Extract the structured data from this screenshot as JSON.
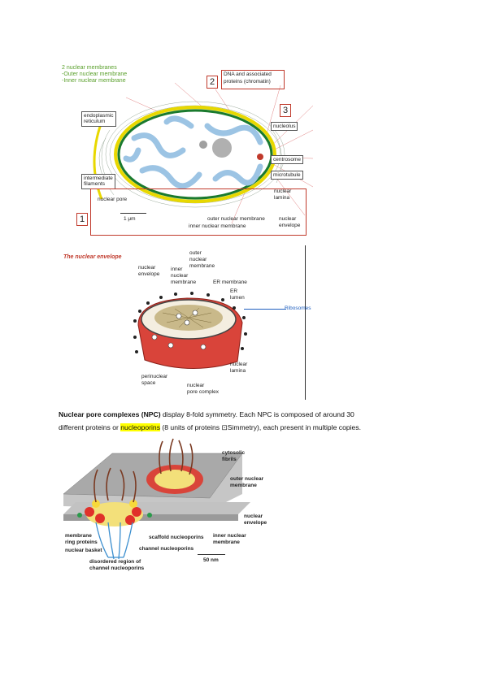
{
  "fig1": {
    "membranes_title": "2 nuclear membranes",
    "outer_item": "-Outer nuclear membrane",
    "inner_item": "-Inner nuclear membrane",
    "box2_number": "2",
    "box2_label_line1": "DNA and associated",
    "box2_label_line2": "proteins (chromatin)",
    "box3_number": "3",
    "nucleolus": "nucleolus",
    "centrosome": "centrosome",
    "microtubule": "microtubule",
    "er_line1": "endoplasmic",
    "er_line2": "reticulum",
    "if_line1": "intermediate",
    "if_line2": "filaments",
    "nuclear_pore": "nuclear pore",
    "lamina_line1": "nuclear",
    "lamina_line2": "lamina",
    "box1_number": "1",
    "scale": "1 μm",
    "outer_membrane": "outer nuclear membrane",
    "inner_membrane": "inner nuclear membrane",
    "envelope_line1": "nuclear",
    "envelope_line2": "envelope"
  },
  "fig2": {
    "title": "The nuclear envelope",
    "outer_line1": "outer",
    "outer_line2": "nuclear",
    "outer_line3": "membrane",
    "env_line1": "nuclear",
    "env_line2": "envelope",
    "inner_line1": "inner",
    "inner_line2": "nuclear",
    "inner_line3": "membrane",
    "er_membrane": "ER membrane",
    "er_lumen_line1": "ER",
    "er_lumen_line2": "lumen",
    "ribosomes": "Ribosomes",
    "lamina_line1": "nuclear",
    "lamina_line2": "lamina",
    "perinuclear_line1": "perinuclear",
    "perinuclear_line2": "space",
    "pore_line1": "nuclear",
    "pore_line2": "pore complex"
  },
  "paragraph": {
    "bold_part": "Nuclear pore complexes (NPC)",
    "part1": " display 8-fold symmetry. Each NPC is composed of around 30",
    "part2": "different proteins or ",
    "highlight": "nucleoporins",
    "part3": " (8 units of proteins ",
    "symbol": "⊡",
    "part4": "Simmetry), each present in multiple copies."
  },
  "fig3": {
    "cyto_line1": "cytosolic",
    "cyto_line2": "fibrils",
    "onm_line1": "outer nuclear",
    "onm_line2": "membrane",
    "ne_line1": "nuclear",
    "ne_line2": "envelope",
    "ring_line1": "membrane",
    "ring_line2": "ring proteins",
    "basket": "nuclear basket",
    "scaffold": "scaffold nucleoporins",
    "channel": "channel nucleoporins",
    "inm_line1": "inner nuclear",
    "inm_line2": "membrane",
    "disordered_line1": "disordered region of",
    "disordered_line2": "channel nucleoporins",
    "scale": "50 nm"
  },
  "colors": {
    "membrane_green": "#1a7a2e",
    "membrane_yellow": "#e8d800",
    "chromatin_blue": "#9cc4e4",
    "box_red": "#c0392b",
    "envelope_red": "#d9443a",
    "highlight_yellow": "#ffff00"
  }
}
